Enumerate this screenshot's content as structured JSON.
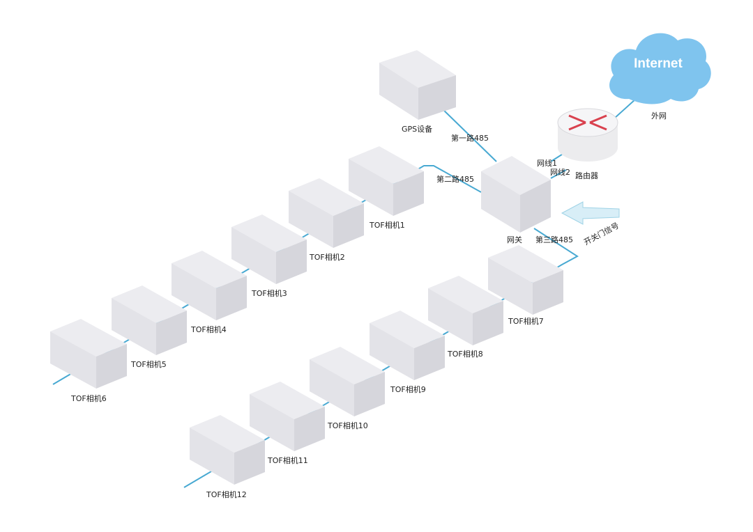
{
  "colors": {
    "line": "#48a9d2",
    "box_top": "#ececf0",
    "box_left": "#e3e3e8",
    "box_right": "#d6d6dc",
    "cloud": "#7fc4ee",
    "router": "#ececee",
    "router_arrow": "#d9414e",
    "signal_arrow": "#d8eef7"
  },
  "nodes": {
    "gps": {
      "label": "GPS设备"
    },
    "gateway": {
      "label": "网关"
    },
    "router": {
      "label": "路由器"
    },
    "internet": {
      "label": "Internet",
      "caption": "外网"
    },
    "cam1": {
      "label": "TOF相机1"
    },
    "cam2": {
      "label": "TOF相机2"
    },
    "cam3": {
      "label": "TOF相机3"
    },
    "cam4": {
      "label": "TOF相机4"
    },
    "cam5": {
      "label": "TOF相机5"
    },
    "cam6": {
      "label": "TOF相机6"
    },
    "cam7": {
      "label": "TOF相机7"
    },
    "cam8": {
      "label": "TOF相机8"
    },
    "cam9": {
      "label": "TOF相机9"
    },
    "cam10": {
      "label": "TOF相机10"
    },
    "cam11": {
      "label": "TOF相机11"
    },
    "cam12": {
      "label": "TOF相机12"
    }
  },
  "links": {
    "rs485_1": "第一路485",
    "rs485_2": "第二路485",
    "rs485_3": "第三路485",
    "net1": "网线1",
    "net2": "网线2",
    "switch_signal": "开关门信号"
  }
}
